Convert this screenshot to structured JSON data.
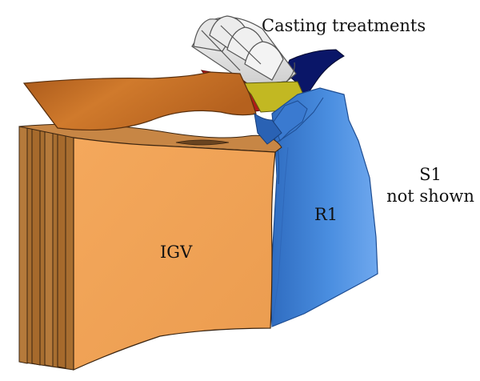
{
  "labels": {
    "casting": "Casting treatments",
    "igv": "IGV",
    "r1": "R1",
    "s1_line1": "S1",
    "s1_line2": "not shown"
  },
  "colors": {
    "igv_face": "#f2a35a",
    "igv_side": "#b07838",
    "endwall": "#c46b22",
    "rotor_blue": "#4488d8",
    "rotor_dark": "#2a62b4",
    "casting_white": "#ececec",
    "navy": "#0a1668",
    "red": "#b01c18",
    "yellow": "#c2b822",
    "outline": "#3a2410"
  }
}
